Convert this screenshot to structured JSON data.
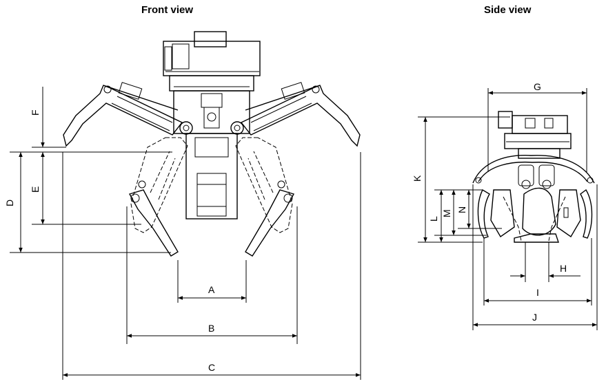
{
  "titles": {
    "front": "Front view",
    "side": "Side view"
  },
  "dimensions": {
    "front": {
      "A": "A",
      "B": "B",
      "C": "C",
      "D": "D",
      "E": "E",
      "F": "F"
    },
    "side": {
      "G": "G",
      "H": "H",
      "I": "I",
      "J": "J",
      "K": "K",
      "L": "L",
      "M": "M",
      "N": "N"
    }
  },
  "colors": {
    "line": "#000000",
    "background": "#ffffff"
  }
}
